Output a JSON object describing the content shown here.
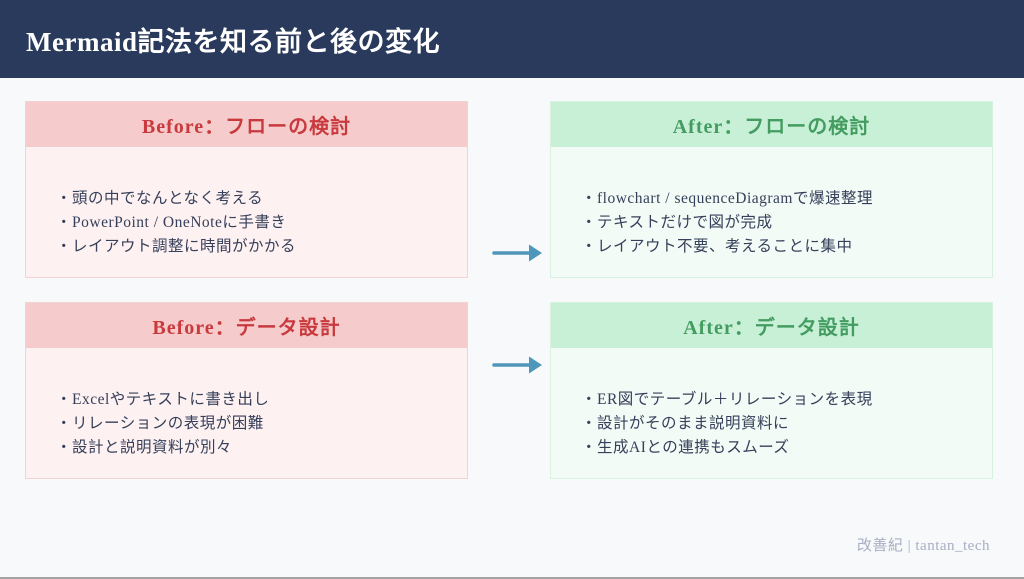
{
  "page": {
    "title": "Mermaid記法を知る前と後の変化",
    "footer": "改善紀 | tantan_tech",
    "bullet": "・"
  },
  "cards": [
    {
      "id": "before-flow",
      "type": "before",
      "title": "Before：フローの検討",
      "items": [
        "頭の中でなんとなく考える",
        "PowerPoint / OneNoteに手書き",
        "レイアウト調整に時間がかかる"
      ]
    },
    {
      "id": "after-flow",
      "type": "after",
      "title": "After：フローの検討",
      "items": [
        "flowchart / sequenceDiagramで爆速整理",
        "テキストだけで図が完成",
        "レイアウト不要、考えることに集中"
      ]
    },
    {
      "id": "before-data",
      "type": "before",
      "title": "Before：データ設計",
      "items": [
        "Excelやテキストに書き出し",
        "リレーションの表現が困難",
        "設計と説明資料が別々"
      ]
    },
    {
      "id": "after-data",
      "type": "after",
      "title": "After：データ設計",
      "items": [
        "ER図でテーブル＋リレーションを表現",
        "設計がそのまま説明資料に",
        "生成AIとの連携もスムーズ"
      ]
    }
  ],
  "icons": {
    "arrow_1": "right-arrow-icon",
    "arrow_2": "right-arrow-icon"
  },
  "colors": {
    "titlebar_bg": "#293a5c",
    "titlebar_text": "#ffffff",
    "page_bg": "#f7f9fa",
    "before_header_bg": "#f5cbcb",
    "before_title_text": "#c93a3e",
    "before_body_bg": "#fdf1f1",
    "after_header_bg": "#c7f0d7",
    "after_title_text": "#449c60",
    "after_body_bg": "#f2fbf6",
    "body_text": "#36405a",
    "arrow": "#4e96ba",
    "footer_text": "#a9aec4"
  }
}
